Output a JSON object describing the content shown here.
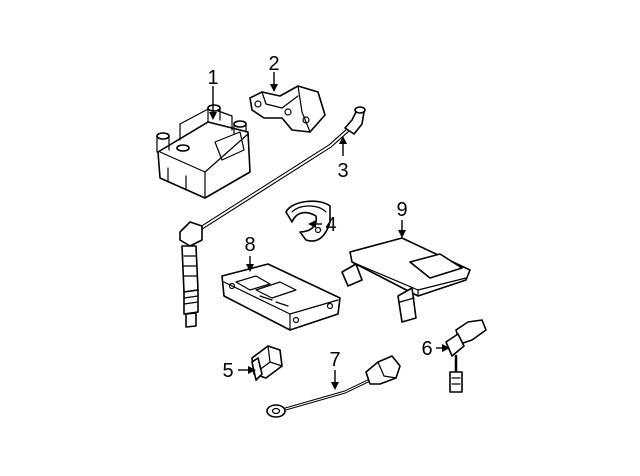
{
  "callouts": [
    "1",
    "2",
    "3",
    "4",
    "5",
    "6",
    "7",
    "8",
    "9"
  ],
  "parts": {
    "ignition_coil": "ignition-coil",
    "coil_bracket": "coil-bracket",
    "spark_plug_wire": "spark-plug-wire",
    "sensor_clip": "sensor-clip",
    "camshaft_sensor": "camshaft-sensor",
    "crankshaft_sensor": "crankshaft-sensor",
    "knock_sensor": "knock-sensor",
    "ecm": "engine-control-module",
    "ecm_bracket": "ecm-bracket"
  },
  "colors": {
    "line": "#000000",
    "background": "#ffffff"
  }
}
